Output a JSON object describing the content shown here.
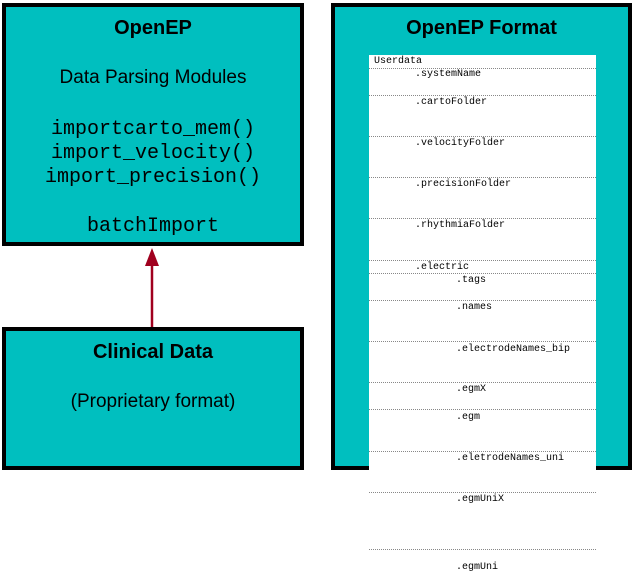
{
  "openep_box": {
    "title": "OpenEP",
    "subtitle": "Data Parsing Modules",
    "functions": [
      "importcarto_mem()",
      "import_velocity()",
      "import_precision()"
    ],
    "batch": "batchImport"
  },
  "clinical_box": {
    "title": "Clinical Data",
    "subtitle": "(Proprietary format)"
  },
  "format_box": {
    "title": "OpenEP Format",
    "root": "Userdata",
    "fields": [
      ".systemName",
      ".cartoFolder",
      ".velocityFolder",
      ".precisionFolder",
      ".rhythmiaFolder",
      ".electric",
      ".tags",
      ".names",
      ".electrodeNames_bip",
      ".egmX",
      ".egm",
      ".eletrodeNames_uni",
      ".egmUniX",
      ".egmUni"
    ]
  },
  "colors": {
    "box_fill": "#00bfbf",
    "arrow": "#a0001e"
  }
}
